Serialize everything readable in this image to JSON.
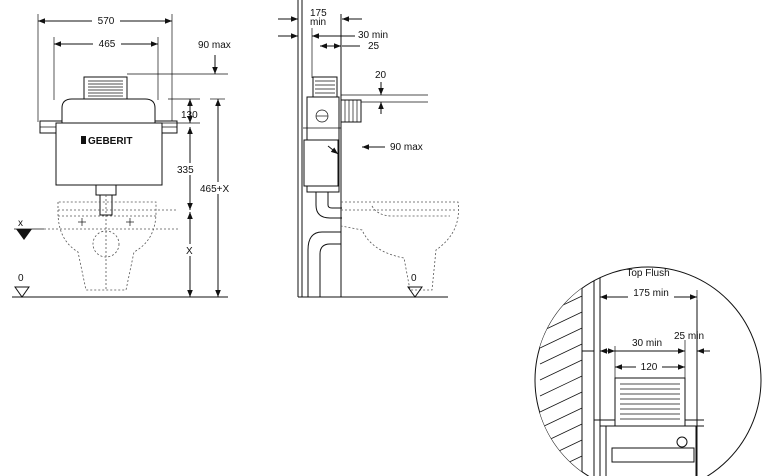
{
  "front_view": {
    "dim_width_outer": "570",
    "dim_width_inner": "465",
    "dim_top_max": "90 max",
    "dim_130": "130",
    "dim_335": "335",
    "dim_total": "465+X",
    "dim_x": "X",
    "marker_x": "x",
    "floor_zero": "0",
    "brand": "GEBERIT"
  },
  "side_view": {
    "dim_175_value": "175",
    "dim_175_suffix": "min",
    "dim_30min": "30 min",
    "dim_25": "25",
    "dim_20": "20",
    "dim_90max": "90 max",
    "floor_zero": "0"
  },
  "detail_view": {
    "title": "Top Flush",
    "dim_175min": "175 min",
    "dim_30min": "30 min",
    "dim_25min": "25 min",
    "dim_120": "120"
  }
}
